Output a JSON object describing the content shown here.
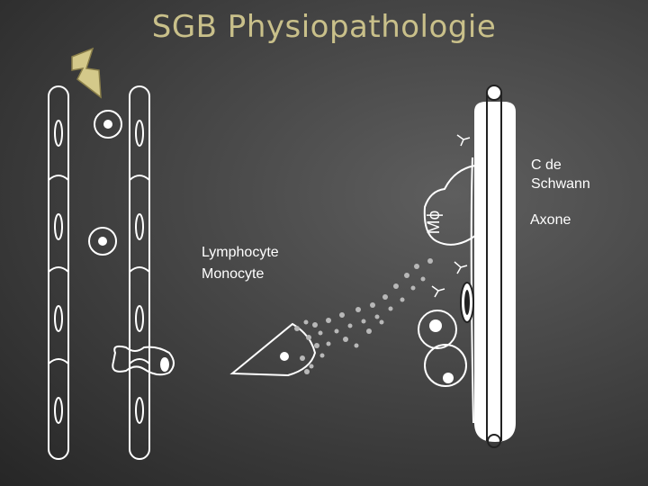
{
  "title": "SGB Physiopathologie",
  "labels": {
    "schwann": "C de\nSchwann",
    "axone": "Axone",
    "lymphocyte": "Lymphocyte",
    "monocyte": "Monocyte",
    "macrophage": "Mϕ"
  },
  "icons": {
    "trigger": "lightning-bolt-icon"
  },
  "colors": {
    "title": "#c9c08a",
    "bolt": "#d4c98a",
    "lines": "#ffffff",
    "antibody_dots": "#b8b8b8"
  }
}
